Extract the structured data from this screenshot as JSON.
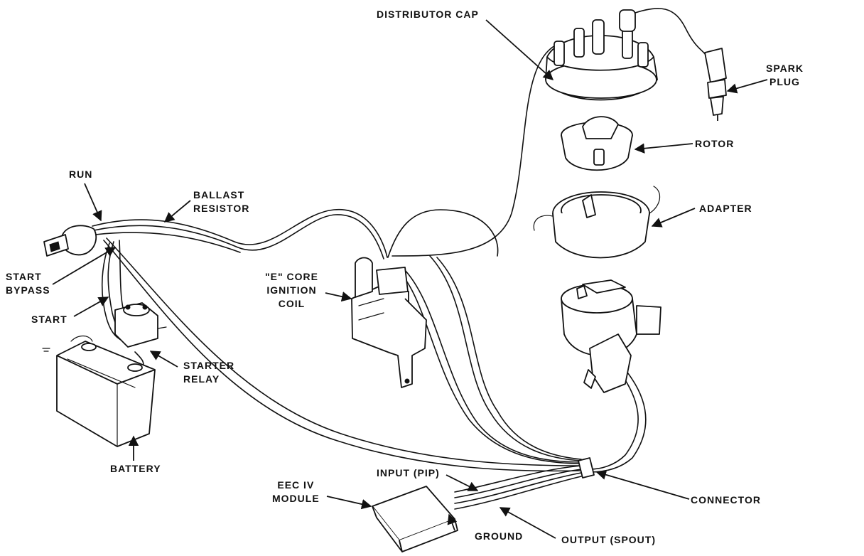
{
  "labels": {
    "distributor_cap": "DISTRIBUTOR CAP",
    "spark_plug": [
      "SPARK",
      "PLUG"
    ],
    "rotor": "ROTOR",
    "adapter": "ADAPTER",
    "run": "RUN",
    "ballast_resistor": [
      "BALLAST",
      "RESISTOR"
    ],
    "start_bypass": [
      "START",
      "BYPASS"
    ],
    "start": "START",
    "starter_relay": [
      "STARTER",
      "RELAY"
    ],
    "battery": "BATTERY",
    "e_core_ignition_coil": [
      "\"E\" CORE",
      "IGNITION",
      "COIL"
    ],
    "eec_iv_module": [
      "EEC IV",
      "MODULE"
    ],
    "input_pip": "INPUT (PIP)",
    "ground": "GROUND",
    "output_spout": "OUTPUT (SPOUT)",
    "connector": "CONNECTOR"
  }
}
